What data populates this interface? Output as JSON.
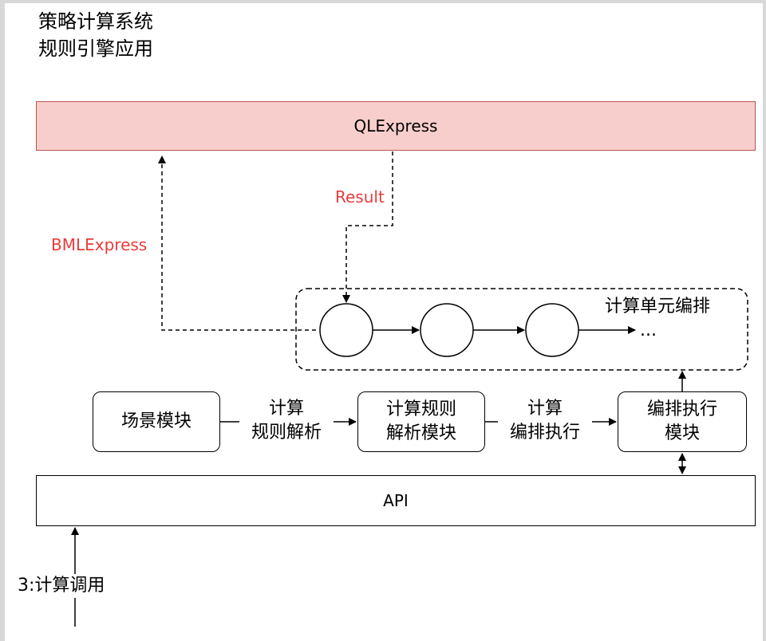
{
  "title": {
    "line1": "策略计算系统",
    "line2": "规则引擎应用"
  },
  "qlexpress": {
    "label": "QLExpress"
  },
  "api": {
    "label": "API"
  },
  "modules": {
    "scene": "场景模块",
    "rule_parse": {
      "line1": "计算规则",
      "line2": "解析模块"
    },
    "orchestrate": {
      "line1": "编排执行",
      "line2": "模块"
    }
  },
  "edges": {
    "calc_rule_parse": {
      "line1": "计算",
      "line2": "规则解析"
    },
    "calc_orchestrate": {
      "line1": "计算",
      "line2": "编排执行"
    },
    "result": "Result",
    "bmlexpress": "BMLExpress",
    "call": "3:计算调用"
  },
  "unit_group": {
    "label": "计算单元编排",
    "ellipsis": "..."
  },
  "colors": {
    "ql_fill": "#f8cecc",
    "ql_stroke": "#b85450",
    "red_label": "#ea3b3b"
  }
}
